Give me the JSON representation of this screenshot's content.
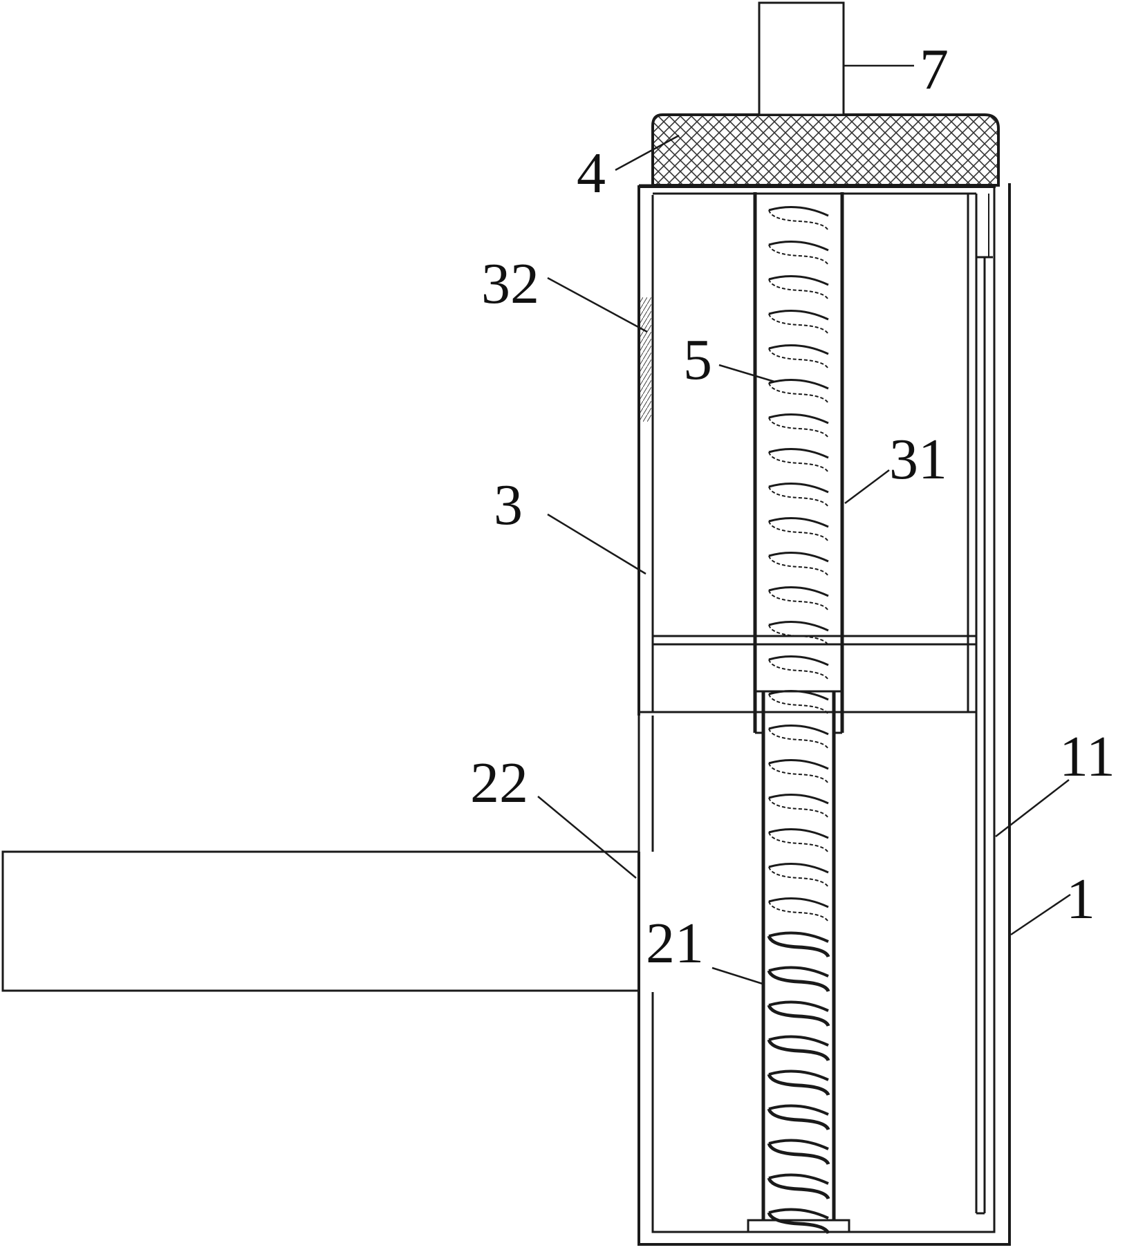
{
  "figure": {
    "colors": {
      "line": "#1a1a1a",
      "background": "#ffffff"
    },
    "labels": {
      "l7": "7",
      "l4": "4",
      "l32": "32",
      "l5": "5",
      "l31": "31",
      "l3": "3",
      "l22": "22",
      "l11": "11",
      "l1": "1",
      "l21": "21"
    }
  }
}
